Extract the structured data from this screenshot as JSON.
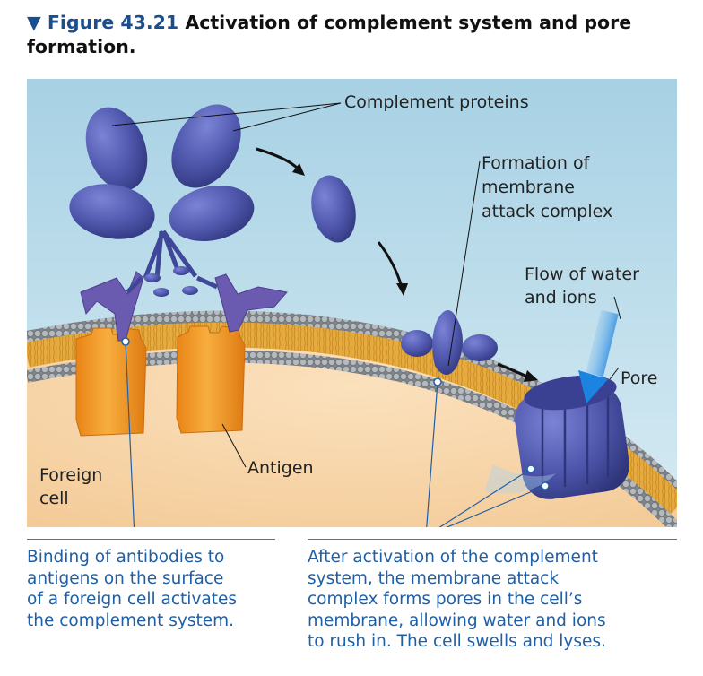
{
  "figure": {
    "marker": "▼",
    "number": "Figure 43.21",
    "title": "Activation of complement system and pore formation."
  },
  "labels": {
    "complement_proteins": "Complement proteins",
    "mac_line1": "Formation of",
    "mac_line2": "membrane",
    "mac_line3": "attack complex",
    "flow_line1": "Flow of water",
    "flow_line2": "and ions",
    "pore": "Pore",
    "antigen": "Antigen",
    "foreign_line1": "Foreign",
    "foreign_line2": "cell"
  },
  "captions": {
    "left": [
      "Binding of antibodies to",
      "antigens on the surface",
      "of a foreign cell activates",
      "the complement system."
    ],
    "right": [
      "After activation of the complement",
      "system, the membrane attack",
      "complex forms pores in the cell’s",
      "membrane, allowing water and ions",
      "to rush in. The cell swells and lyses."
    ]
  },
  "colors": {
    "background_top": "#a9d3e6",
    "cytoplasm": "#f6d2a3",
    "membrane_head": "#9ea3a8",
    "membrane_tail": "#e5a93b",
    "protein": "#4a52a8",
    "antibody": "#6a5aa8",
    "antigen": "#f39a1f",
    "caption": "#1f5fa6",
    "water_arrow": "#2b8de0"
  }
}
